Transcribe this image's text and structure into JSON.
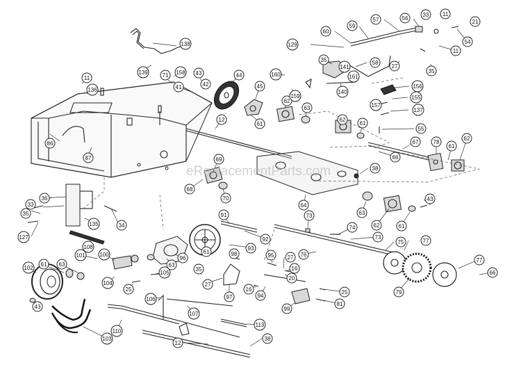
{
  "diagram": {
    "watermark": "eReplacementParts.com",
    "callouts": [
      {
        "id": "c-138",
        "label": "138"
      },
      {
        "id": "c-139",
        "label": "139"
      },
      {
        "id": "c-71",
        "label": "71"
      },
      {
        "id": "c-158",
        "label": "158"
      },
      {
        "id": "c-43a",
        "label": "43"
      },
      {
        "id": "c-44",
        "label": "44"
      },
      {
        "id": "c-11a",
        "label": "11"
      },
      {
        "id": "c-136",
        "label": "136"
      },
      {
        "id": "c-41",
        "label": "41"
      },
      {
        "id": "c-42",
        "label": "42"
      },
      {
        "id": "c-45",
        "label": "45"
      },
      {
        "id": "c-61a",
        "label": "61"
      },
      {
        "id": "c-62a",
        "label": "62"
      },
      {
        "id": "c-63a",
        "label": "63"
      },
      {
        "id": "c-86",
        "label": "86"
      },
      {
        "id": "c-87",
        "label": "87"
      },
      {
        "id": "c-12a",
        "label": "12"
      },
      {
        "id": "c-68",
        "label": "68"
      },
      {
        "id": "c-69",
        "label": "69"
      },
      {
        "id": "c-70",
        "label": "70"
      },
      {
        "id": "c-160",
        "label": "160"
      },
      {
        "id": "c-159",
        "label": "159"
      },
      {
        "id": "c-60",
        "label": "60"
      },
      {
        "id": "c-59",
        "label": "59"
      },
      {
        "id": "c-57",
        "label": "57"
      },
      {
        "id": "c-56",
        "label": "56"
      },
      {
        "id": "c-33a",
        "label": "33"
      },
      {
        "id": "c-11b",
        "label": "11"
      },
      {
        "id": "c-21",
        "label": "21"
      },
      {
        "id": "c-129",
        "label": "129"
      },
      {
        "id": "c-54",
        "label": "54"
      },
      {
        "id": "c-11c",
        "label": "11"
      },
      {
        "id": "c-35a",
        "label": "35"
      },
      {
        "id": "c-141",
        "label": "141"
      },
      {
        "id": "c-58",
        "label": "58"
      },
      {
        "id": "c-27a",
        "label": "27"
      },
      {
        "id": "c-35b",
        "label": "35"
      },
      {
        "id": "c-161",
        "label": "161"
      },
      {
        "id": "c-140",
        "label": "140"
      },
      {
        "id": "c-156",
        "label": "156"
      },
      {
        "id": "c-155",
        "label": "155"
      },
      {
        "id": "c-157",
        "label": "157"
      },
      {
        "id": "c-137",
        "label": "137"
      },
      {
        "id": "c-62b",
        "label": "62"
      },
      {
        "id": "c-61b",
        "label": "61"
      },
      {
        "id": "c-55",
        "label": "55"
      },
      {
        "id": "c-67",
        "label": "67"
      },
      {
        "id": "c-78",
        "label": "78"
      },
      {
        "id": "c-61c",
        "label": "61"
      },
      {
        "id": "c-62c",
        "label": "62"
      },
      {
        "id": "c-66",
        "label": "66"
      },
      {
        "id": "c-38a",
        "label": "38"
      },
      {
        "id": "c-36",
        "label": "36"
      },
      {
        "id": "c-33b",
        "label": "33"
      },
      {
        "id": "c-35c",
        "label": "35"
      },
      {
        "id": "c-34",
        "label": "34"
      },
      {
        "id": "c-135",
        "label": "135"
      },
      {
        "id": "c-127",
        "label": "127"
      },
      {
        "id": "c-108",
        "label": "108"
      },
      {
        "id": "c-64",
        "label": "64"
      },
      {
        "id": "c-63b",
        "label": "63"
      },
      {
        "id": "c-62d",
        "label": "62"
      },
      {
        "id": "c-61d",
        "label": "61"
      },
      {
        "id": "c-43b",
        "label": "43"
      },
      {
        "id": "c-73a",
        "label": "73"
      },
      {
        "id": "c-74",
        "label": "74"
      },
      {
        "id": "c-73b",
        "label": "73"
      },
      {
        "id": "c-75",
        "label": "75"
      },
      {
        "id": "c-91",
        "label": "91"
      },
      {
        "id": "c-92",
        "label": "92"
      },
      {
        "id": "c-61e",
        "label": "61"
      },
      {
        "id": "c-93",
        "label": "93"
      },
      {
        "id": "c-101",
        "label": "101"
      },
      {
        "id": "c-100",
        "label": "100"
      },
      {
        "id": "c-96",
        "label": "96"
      },
      {
        "id": "c-63c",
        "label": "63"
      },
      {
        "id": "c-102",
        "label": "102"
      },
      {
        "id": "c-61f",
        "label": "61"
      },
      {
        "id": "c-63d",
        "label": "63"
      },
      {
        "id": "c-104",
        "label": "104"
      },
      {
        "id": "c-105",
        "label": "105"
      },
      {
        "id": "c-35d",
        "label": "35"
      },
      {
        "id": "c-25a",
        "label": "25"
      },
      {
        "id": "c-98",
        "label": "98"
      },
      {
        "id": "c-27b",
        "label": "27"
      },
      {
        "id": "c-95",
        "label": "95"
      },
      {
        "id": "c-27c",
        "label": "27"
      },
      {
        "id": "c-16a",
        "label": "16"
      },
      {
        "id": "c-76",
        "label": "76"
      },
      {
        "id": "c-77a",
        "label": "77"
      },
      {
        "id": "c-79",
        "label": "79"
      },
      {
        "id": "c-77b",
        "label": "77"
      },
      {
        "id": "c-66b",
        "label": "66"
      },
      {
        "id": "c-106",
        "label": "106"
      },
      {
        "id": "c-97",
        "label": "97"
      },
      {
        "id": "c-16b",
        "label": "16"
      },
      {
        "id": "c-94",
        "label": "94"
      },
      {
        "id": "c-20",
        "label": "20"
      },
      {
        "id": "c-25b",
        "label": "25"
      },
      {
        "id": "c-81",
        "label": "81"
      },
      {
        "id": "c-99",
        "label": "99"
      },
      {
        "id": "c-107",
        "label": "107"
      },
      {
        "id": "c-43c",
        "label": "43"
      },
      {
        "id": "c-103",
        "label": "103"
      },
      {
        "id": "c-110",
        "label": "110"
      },
      {
        "id": "c-113",
        "label": "113"
      },
      {
        "id": "c-12b",
        "label": "12"
      },
      {
        "id": "c-38b",
        "label": "38"
      }
    ]
  }
}
